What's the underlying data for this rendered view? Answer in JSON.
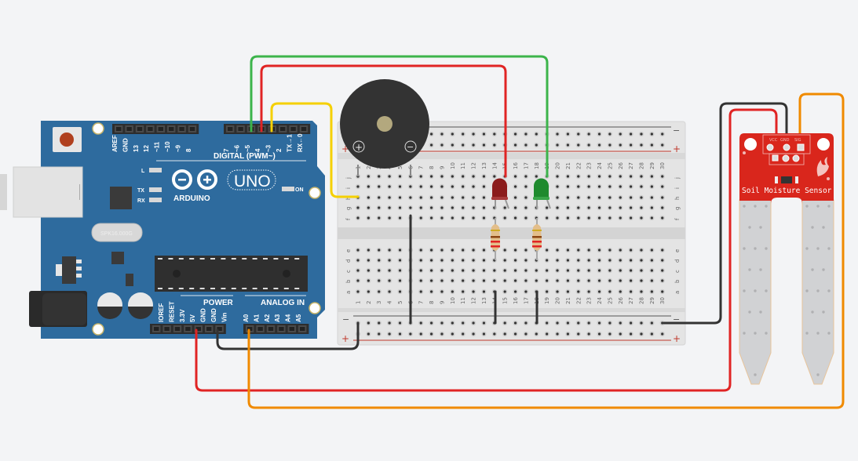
{
  "arduino": {
    "brand": "ARDUINO",
    "model": "UNO",
    "crystal": "SPK16.000G",
    "digital_header_label": "DIGITAL (PWM~)",
    "digital_pins_left": [
      "AREF",
      "GND",
      "13",
      "12",
      "~11",
      "~10",
      "~9",
      "8"
    ],
    "digital_pins_right": [
      "7",
      "~6",
      "~5",
      "4",
      "~3",
      "2",
      "TX→1",
      "RX←0"
    ],
    "leds": {
      "l": "L",
      "tx": "TX",
      "rx": "RX",
      "on": "ON"
    },
    "power_label": "POWER",
    "power_pins": [
      "IOREF",
      "RESET",
      "3.3V",
      "5V",
      "GND",
      "GND",
      "Vin"
    ],
    "analog_label": "ANALOG IN",
    "analog_pins": [
      "A0",
      "A1",
      "A2",
      "A3",
      "A4",
      "A5"
    ],
    "colors": {
      "board": "#2e6b9e",
      "header": "#333333"
    }
  },
  "breadboard": {
    "rows_top": [
      "j",
      "i",
      "h",
      "g",
      "f"
    ],
    "rows_bottom": [
      "e",
      "d",
      "c",
      "b",
      "a"
    ],
    "columns": 30,
    "rail_minus": "−",
    "rail_plus": "+"
  },
  "buzzer": {
    "plus": "+",
    "minus": "−"
  },
  "leds": [
    {
      "name": "red-led",
      "color": "#8b1c1c"
    },
    {
      "name": "green-led",
      "color": "#1f8a2e"
    }
  ],
  "sensor": {
    "title": "Soil Moisture Sensor",
    "pins": [
      "VCC",
      "GND",
      "SIG"
    ],
    "color": "#d9261c"
  },
  "wires": {
    "colors": {
      "red": "#e02424",
      "green": "#3cb44b",
      "yellow": "#f5d000",
      "black": "#333333",
      "orange": "#f08a00"
    }
  }
}
